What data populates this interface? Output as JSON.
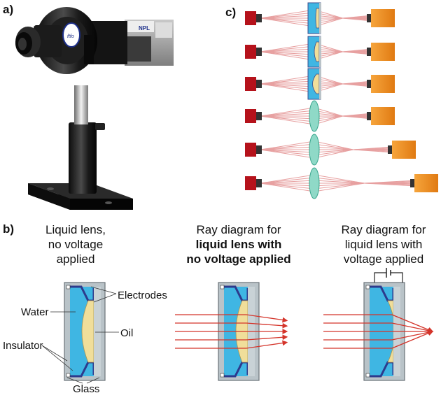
{
  "labels": {
    "a": "a)",
    "b": "b)",
    "c": "c)"
  },
  "titles": {
    "no_voltage_l1": "Liquid lens,",
    "no_voltage_l2": "no voltage",
    "no_voltage_l3": "applied",
    "ray_nv_l1": "Ray diagram for",
    "ray_nv_l2": "liquid lens with",
    "ray_nv_l3": "no voltage applied",
    "ray_v_l1": "Ray diagram for",
    "ray_v_l2": "liquid lens with",
    "ray_v_l3": "voltage applied"
  },
  "callouts": {
    "electrodes": "Electrodes",
    "water": "Water",
    "oil": "Oil",
    "insulator": "Insulator",
    "glass": "Glass"
  },
  "camera_logo": "NPL",
  "colors": {
    "source": "#b5121b",
    "detector": "#f08a1c",
    "water": "#3fb6e3",
    "oil": "#f0de9a",
    "insulator": "#2d3a8c",
    "glass": "#b9c3c8",
    "ray": "#d4342a"
  }
}
